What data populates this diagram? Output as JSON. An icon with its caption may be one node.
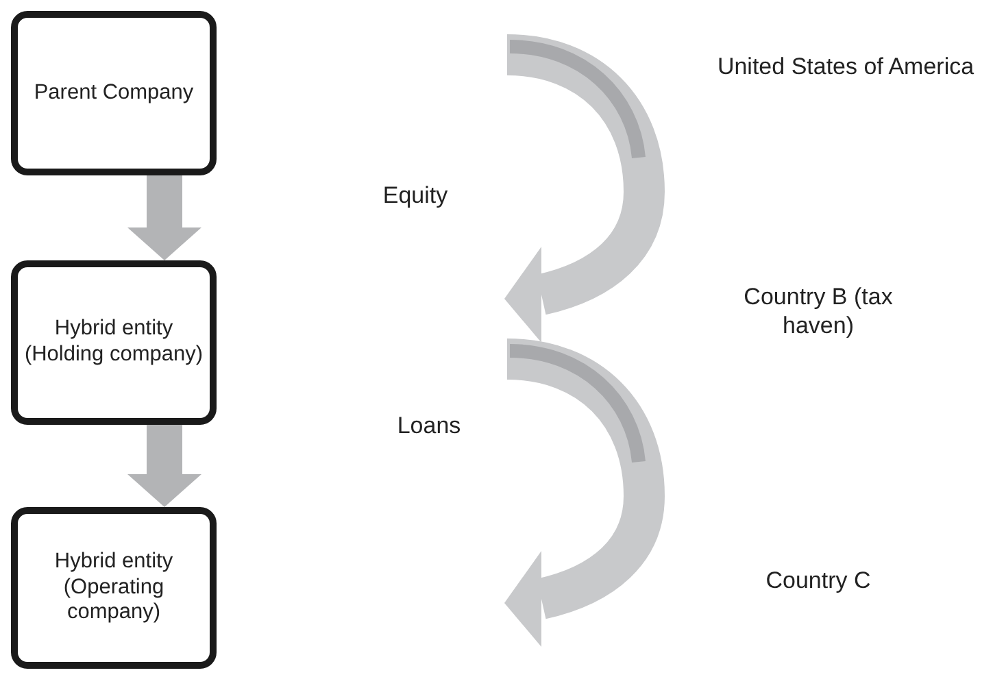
{
  "diagram": {
    "nodes": [
      {
        "text": [
          "Parent Company"
        ]
      },
      {
        "text": [
          "Hybrid entity (Holding company)"
        ]
      },
      {
        "text": [
          "Hybrid entity (Operating company)"
        ]
      }
    ],
    "edges": [
      {
        "from": 0,
        "to": 1,
        "arrow": "to",
        "style": "thick"
      },
      {
        "from": 1,
        "to": 2,
        "arrow": "to",
        "style": "thick"
      }
    ],
    "labels": [
      "United States of America",
      "Equity",
      "Country B (tax haven)",
      "Loans",
      "Country C"
    ]
  }
}
